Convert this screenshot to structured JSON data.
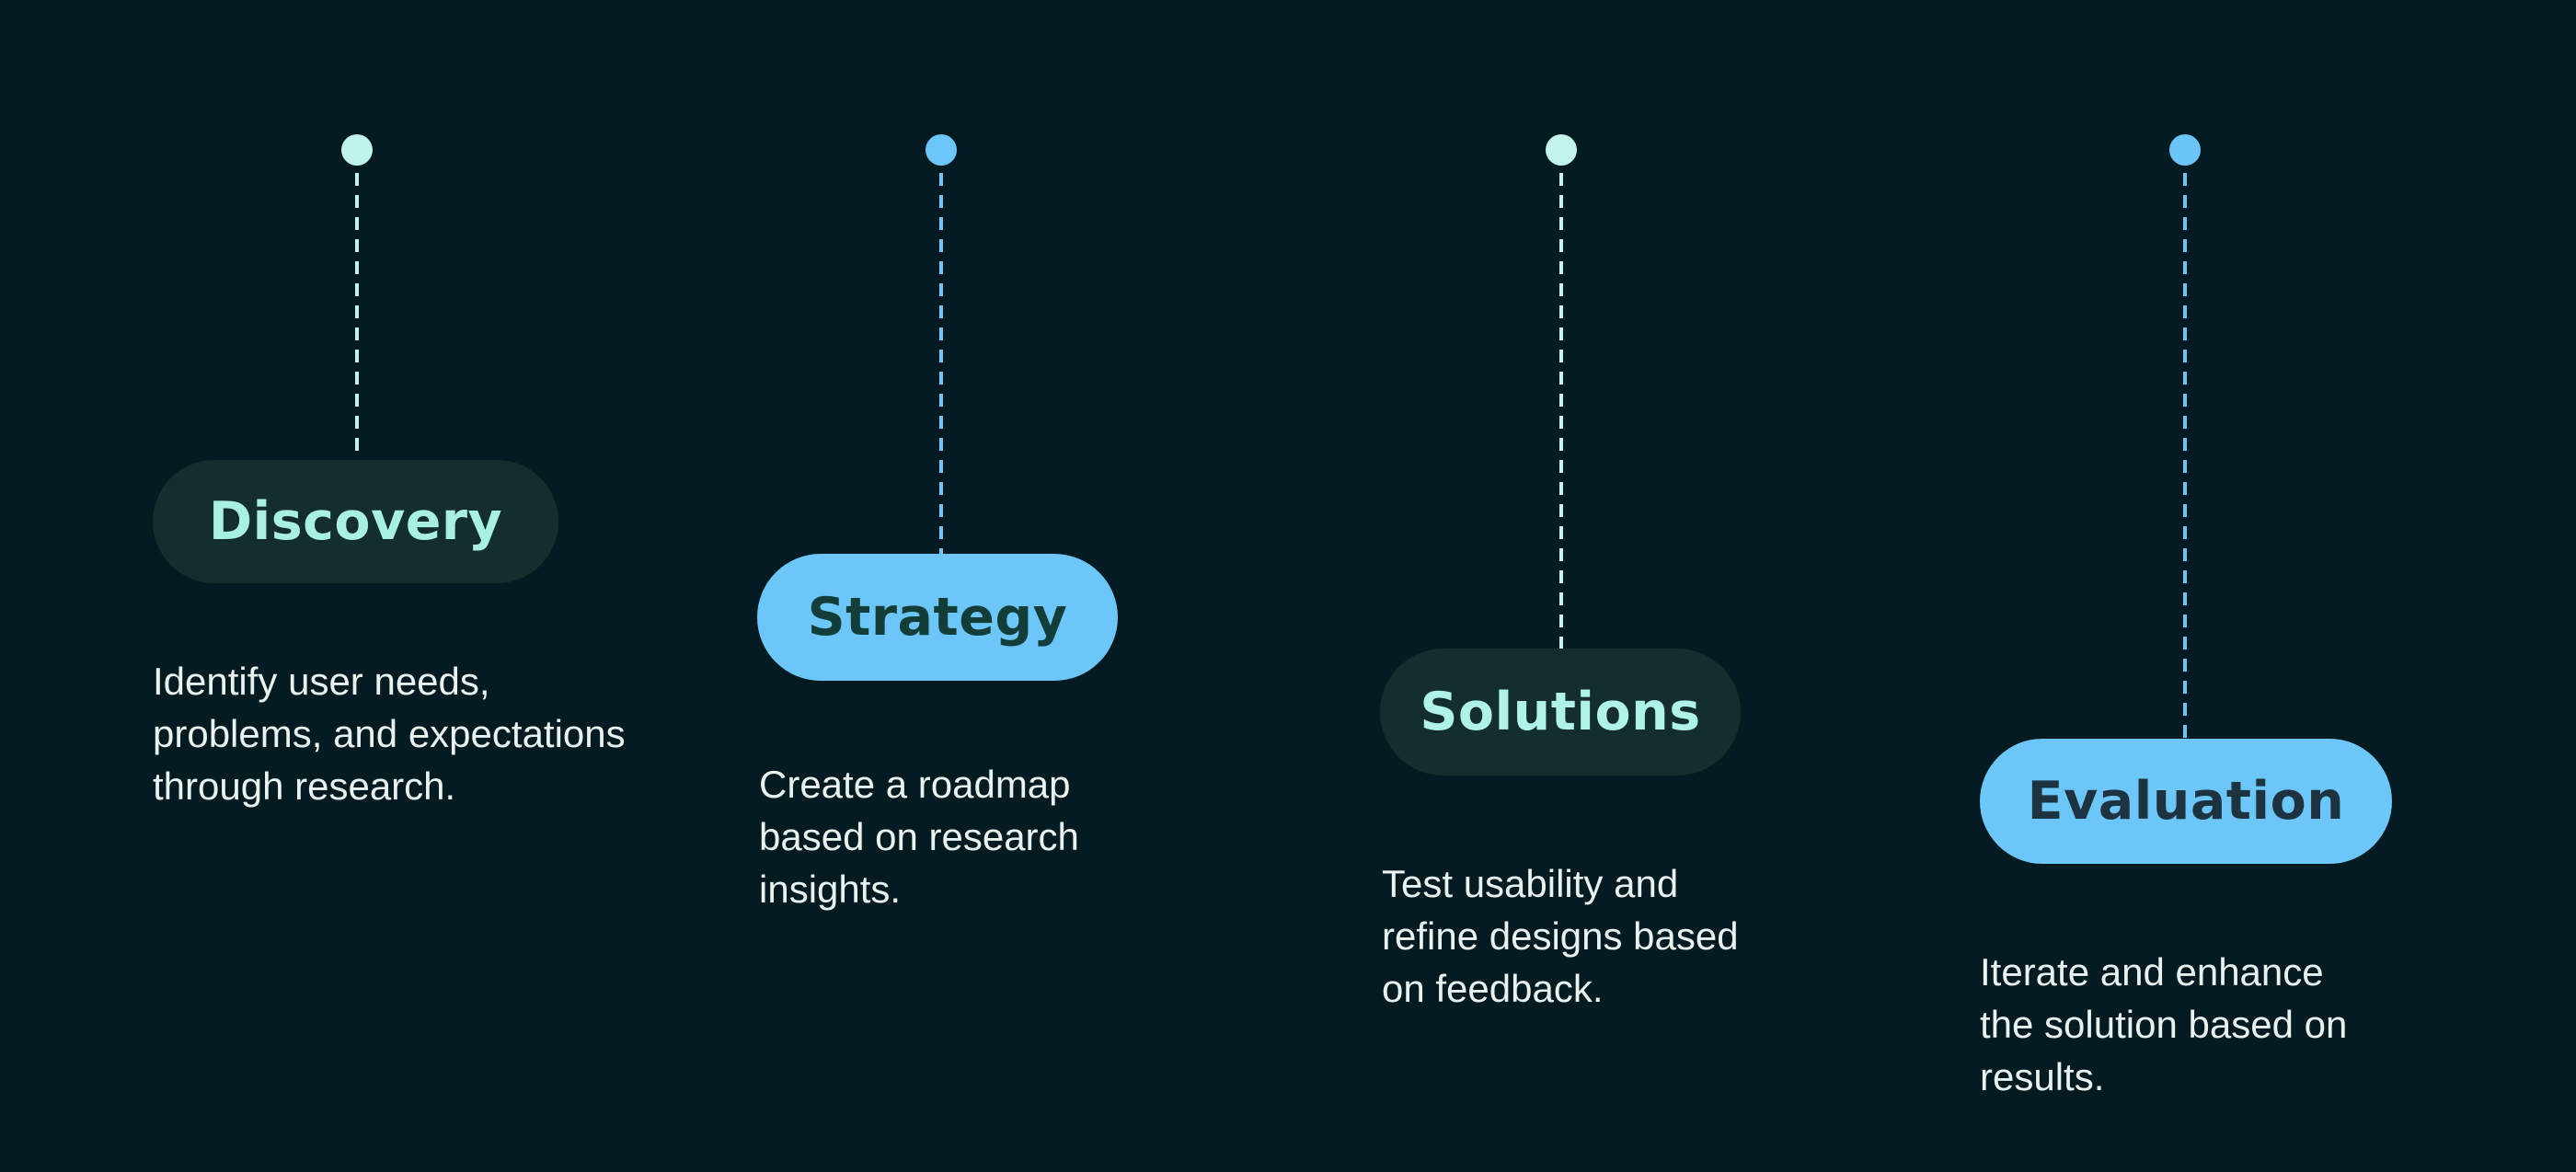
{
  "colors": {
    "page_bg": "#041c21",
    "body_text": "#eaf2f0",
    "mint": "#bff3ec",
    "blue": "#6cc7f8",
    "dark_pill_bg": "#142e2d"
  },
  "stages": [
    {
      "label": "Discovery",
      "description_lines": [
        "Identify user needs,",
        "problems, and expectations",
        "through research."
      ],
      "dot_color": "#bff3ec",
      "line_color": "#bff3ec",
      "pill_bg": "#142e2d",
      "label_color": "#a8f0e1"
    },
    {
      "label": "Strategy",
      "description_lines": [
        "Create a roadmap",
        "based on research",
        "insights."
      ],
      "dot_color": "#6cc7f8",
      "line_color": "#6cc7f8",
      "pill_bg": "#6cc7f8",
      "label_color": "#123d38"
    },
    {
      "label": "Solutions",
      "description_lines": [
        "Test usability and",
        "refine designs based",
        "on feedback."
      ],
      "dot_color": "#c2f4ec",
      "line_color": "#c2f4ec",
      "pill_bg": "#142e2d",
      "label_color": "#aff2e8"
    },
    {
      "label": "Evaluation",
      "description_lines": [
        "Iterate and enhance",
        "the solution based on",
        "results."
      ],
      "dot_color": "#6cc5f8",
      "line_color": "#6cc5f8",
      "pill_bg": "#6cc7f8",
      "label_color": "#1d3340"
    }
  ]
}
